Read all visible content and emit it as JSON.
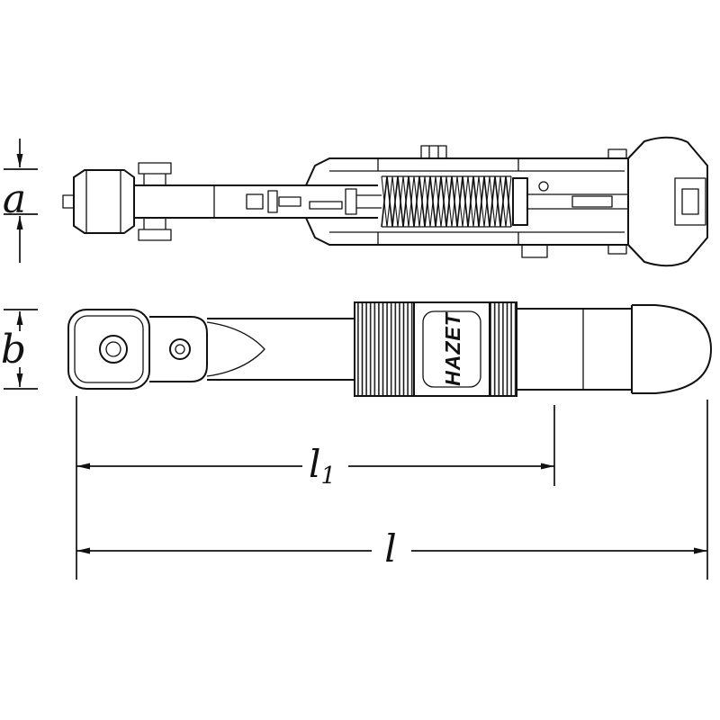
{
  "drawing": {
    "brand": "HAZET",
    "dimensions": {
      "a": "a",
      "b": "b",
      "l1_base": "l",
      "l1_sub": "1",
      "l": "l"
    },
    "line_color": "#111111",
    "background_color": "#ffffff"
  }
}
